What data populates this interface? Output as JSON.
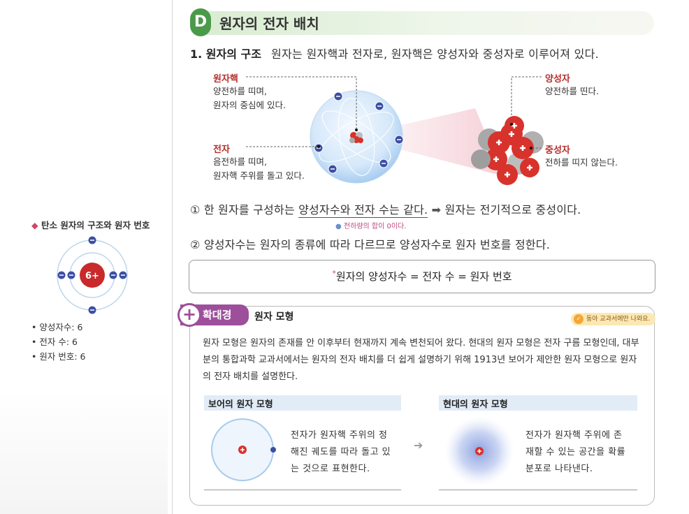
{
  "section": {
    "letter": "D",
    "title": "원자의 전자 배치"
  },
  "q1": {
    "number": "1. 원자의 구조",
    "text": "원자는 원자핵과 전자로, 원자핵은 양성자와 중성자로 이루어져 있다."
  },
  "labels": {
    "nucleus": {
      "title": "원자핵",
      "line1": "양전하를 띠며,",
      "line2": "원자의 중심에 있다."
    },
    "electron": {
      "title": "전자",
      "line1": "음전하를 띠며,",
      "line2": "원자핵 주위를 돌고 있다."
    },
    "proton": {
      "title": "양성자",
      "line1": "양전하를 띤다."
    },
    "neutron": {
      "title": "중성자",
      "line1": "전하를 띠지 않는다."
    }
  },
  "point1": {
    "num": "①",
    "pre": "한 원자를 구성하는",
    "underlined": "양성자수와 전자 수는 같다.",
    "arrow": "➡",
    "post": "원자는 전기적으로 중성이다.",
    "note": "전하량의 합이 0이다."
  },
  "point2": {
    "num": "②",
    "text": "양성자수는 원자의 종류에 따라 다르므로 양성자수로 원자 번호를 정한다."
  },
  "formula": {
    "star": "*",
    "text": "원자의 양성자수 = 전자 수 = 원자 번호"
  },
  "extension": {
    "plus": "+",
    "label": "확대경",
    "title": "원자 모형",
    "badge": "동아 교과서에만 나와요.",
    "body": "원자 모형은 원자의 존재를 안 이후부터 현재까지 계속 변천되어 왔다. 현대의 원자 모형은 전자 구름 모형인데, 대부분의 통합과학 교과서에서는 원자의 전자 배치를 더 쉽게 설명하기 위해 1913년 보어가 제안한 원자 모형으로 원자의 전자 배치를 설명한다.",
    "bohr": {
      "title": "보어의 원자 모형",
      "desc1": "전자가 원자핵 주위의 정",
      "desc2": "해진 궤도를 따라 돌고 있",
      "desc3": "는 것으로 표현한다."
    },
    "modern": {
      "title": "현대의 원자 모형",
      "desc1": "전자가 원자핵 주위에 존",
      "desc2": "재할 수 있는 공간을 확률",
      "desc3": "분포로 나타낸다."
    }
  },
  "sidebar": {
    "bullet": "◆",
    "title": "탄소 원자의 구조와 원자 번호",
    "nucleus_label": "6+",
    "items": [
      "• 양성자수: 6",
      "• 전자 수: 6",
      "• 원자 번호: 6"
    ]
  },
  "colors": {
    "section_green": "#4a9a4a",
    "label_red": "#b5302e",
    "extension_purple": "#9d4f9b",
    "electron_blue": "#3c4fa3",
    "proton_red": "#d8322c"
  }
}
